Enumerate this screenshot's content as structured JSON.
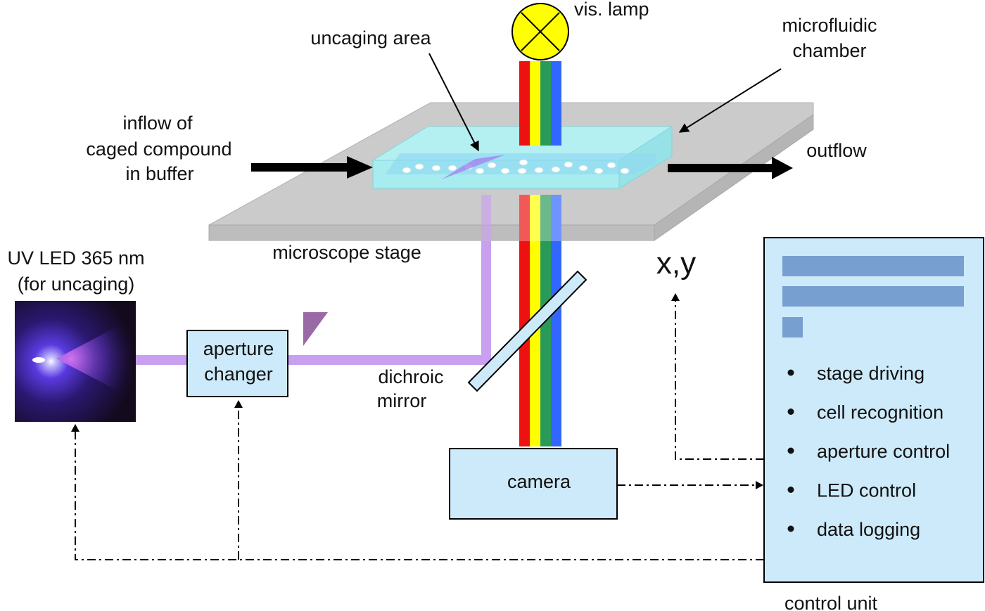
{
  "labels": {
    "vis_lamp": "vis. lamp",
    "uncaging_area": "uncaging area",
    "microfluidic_1": "microfluidic",
    "microfluidic_2": "chamber",
    "inflow_1": "inflow of",
    "inflow_2": "caged compound",
    "inflow_3": "in buffer",
    "outflow": "outflow",
    "microscope_stage": "microscope stage",
    "uv_led_1": "UV LED 365 nm",
    "uv_led_2": "(for uncaging)",
    "aperture_1": "aperture",
    "aperture_2": "changer",
    "dichroic_1": "dichroic",
    "dichroic_2": "mirror",
    "camera": "camera",
    "xy": "x,y",
    "control_unit": "control unit"
  },
  "control_unit_functions": [
    "stage driving",
    "cell recognition",
    "aperture control",
    "LED control",
    "data logging"
  ],
  "colors": {
    "box_fill": "#cdeafa",
    "chamber_fill": "#aeeef0",
    "stage_fill": "#c9c9c9",
    "uv_beam": "#c9a0f0",
    "lamp_fill": "#ffff00",
    "bar_fill": "#779fcf",
    "beam_colors": [
      "#ee1111",
      "#ffff00",
      "#2a9a5a",
      "#3366ff"
    ]
  },
  "icons": {
    "lamp": "lamp-cross-icon",
    "bullet": "bullet-icon"
  }
}
